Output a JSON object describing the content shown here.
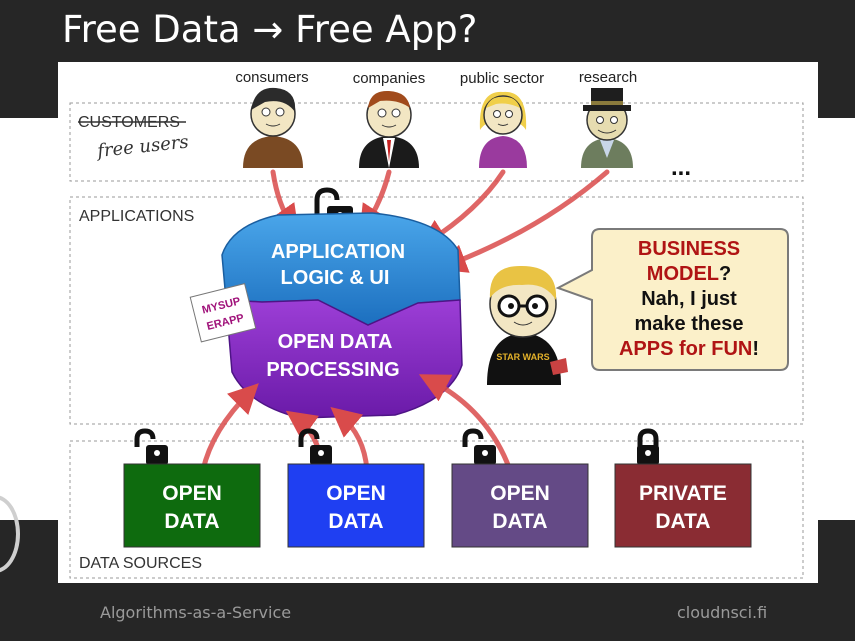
{
  "title": "Free Data → Free App?",
  "sections": {
    "customers": "CUSTOMERS",
    "free_users": "free users",
    "applications": "APPLICATIONS",
    "data_sources": "DATA SOURCES"
  },
  "people": [
    "consumers",
    "companies",
    "public sector",
    "research"
  ],
  "ellipsis": "...",
  "app_logic": {
    "line1": "APPLICATION",
    "line2": "LOGIC & UI"
  },
  "processing": {
    "line1": "OPEN DATA",
    "line2": "PROCESSING"
  },
  "card": {
    "line1": "MYSUP",
    "line2": "ERAPP"
  },
  "bubble": {
    "line1": "BUSINESS",
    "line2a": "MODEL",
    "line2b": "?",
    "line3": "Nah, I just",
    "line4": "make these",
    "line5a": "APPS for FUN",
    "line5b": "!"
  },
  "shirt_text": "STAR WARS",
  "sources": [
    {
      "line1": "OPEN",
      "line2": "DATA",
      "color": "#0e6b0e"
    },
    {
      "line1": "OPEN",
      "line2": "DATA",
      "color": "#1f3ff2"
    },
    {
      "line1": "OPEN",
      "line2": "DATA",
      "color": "#644a86"
    },
    {
      "line1": "PRIVATE",
      "line2": "DATA",
      "color": "#8a2c33"
    }
  ],
  "footer": {
    "left": "Algorithms-as-a-Service",
    "right": "cloudnsci.fi"
  }
}
